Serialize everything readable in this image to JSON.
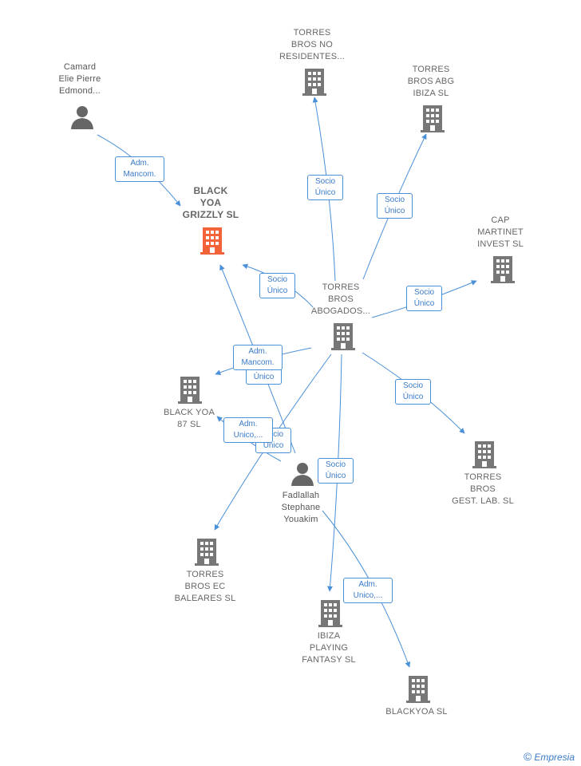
{
  "colors": {
    "edge": "#4a90d9",
    "company_icon": "#777777",
    "main_icon": "#f4623a",
    "person_icon": "#666666"
  },
  "nodes": {
    "black_yoa_grizzly": {
      "label": "BLACK\nYOA\nGRIZZLY  SL",
      "icon": "building-icon"
    },
    "torres_bros_abogados": {
      "label": "TORRES\nBROS\nABOGADOS...",
      "icon": "building-icon"
    },
    "torres_bros_no_residentes": {
      "label": "TORRES\nBROS NO\nRESIDENTES...",
      "icon": "building-icon"
    },
    "torres_bros_abg_ibiza": {
      "label": "TORRES\nBROS ABG\nIBIZA  SL",
      "icon": "building-icon"
    },
    "cap_martinet_invest": {
      "label": "CAP\nMARTINET\nINVEST  SL",
      "icon": "building-icon"
    },
    "black_yoa_87": {
      "label": "BLACK YOA\n87  SL",
      "icon": "building-icon"
    },
    "torres_bros_gest_lab": {
      "label": "TORRES\nBROS\nGEST. LAB.  SL",
      "icon": "building-icon"
    },
    "torres_bros_ec_baleares": {
      "label": "TORRES\nBROS EC\nBALEARES  SL",
      "icon": "building-icon"
    },
    "ibiza_playing_fantasy": {
      "label": "IBIZA\nPLAYING\nFANTASY SL",
      "icon": "building-icon"
    },
    "blackyoa": {
      "label": "BLACKYOA  SL",
      "icon": "building-icon"
    },
    "camard": {
      "label": "Camard\nElie Pierre\nEdmond...",
      "icon": "person-icon"
    },
    "fadlallah": {
      "label": "Fadlallah\nStephane\nYouakim",
      "icon": "person-icon"
    }
  },
  "edge_labels": {
    "camard_to_grizzly": "Adm.\nMancom.",
    "abogados_to_no_residentes": "Socio\nÚnico",
    "abogados_to_abg_ibiza": "Socio\nÚnico",
    "abogados_to_grizzly": "Socio\nÚnico",
    "abogados_to_cap_martinet": "Socio\nÚnico",
    "fadlallah_to_grizzly": "Adm.\nMancom.",
    "abogados_to_gest_lab": "Socio\nÚnico",
    "abogados_to_black_yoa_87": "Socio\nÚnico",
    "fadlallah_to_black_yoa_87": "Adm.\nUnico,...",
    "abogados_to_ibiza_playing": "Socio\nÚnico",
    "fadlallah_to_blackyoa": "Adm.\nUnico,..."
  },
  "brand": {
    "name": "Empresia",
    "copyright": "©"
  }
}
